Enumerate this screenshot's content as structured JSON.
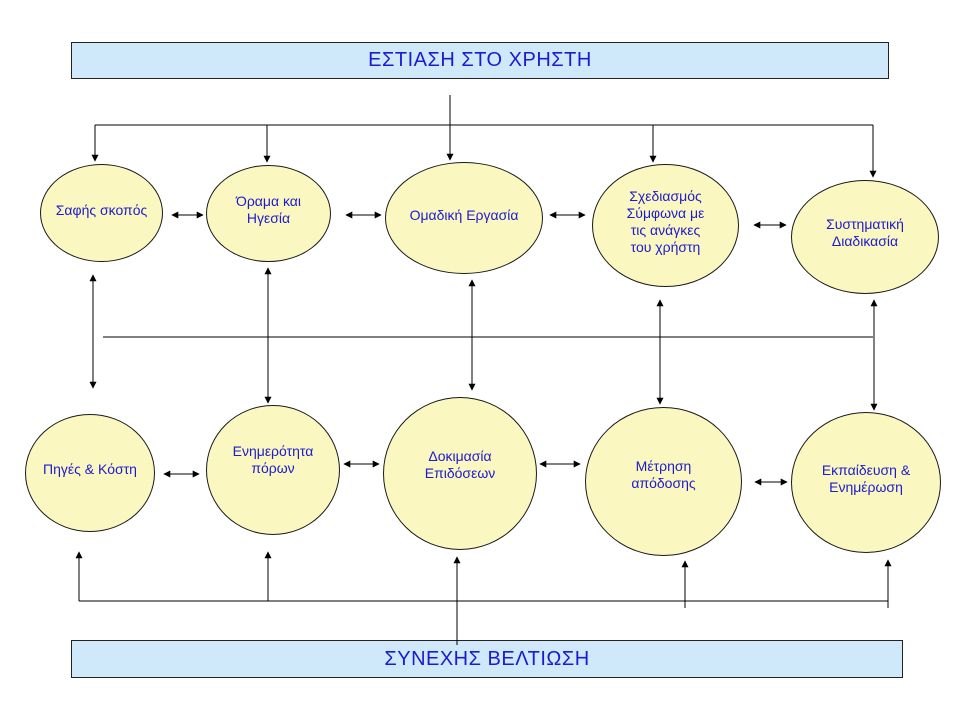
{
  "banners": {
    "top": "ΕΣΤΙΑΣΗ ΣΤΟ ΧΡΗΣΤΗ",
    "bottom": "ΣΥΝΕΧΗΣ ΒΕΛΤΙΩΣΗ"
  },
  "nodes": {
    "purpose_clarity": "Σαφής σκοπός",
    "vision_leadership": "Όραμα και\nΗγεσία",
    "teamwork": "Ομαδική Εργασία",
    "user_design": "Σχεδιασμός\nΣύμφωνα με\nτις ανάγκες\nτου χρήστη",
    "systematic_process": "Συστηματική\nΔιαδικασία",
    "resources_cost": "Πηγές & Κόστη",
    "resource_awareness": "Ενημερότητα\nπόρων",
    "performance_testing": "Δοκιμασία\nΕπιδόσεων",
    "performance_measurement": "Μέτρηση\nαπόδοσης",
    "training_information": "Εκπαίδευση &\nΕνημέρωση"
  },
  "colors": {
    "node_fill": "#fbf7c0",
    "banner_fill": "#cfe9fb",
    "text": "#1b1bd0",
    "line": "#000000"
  }
}
